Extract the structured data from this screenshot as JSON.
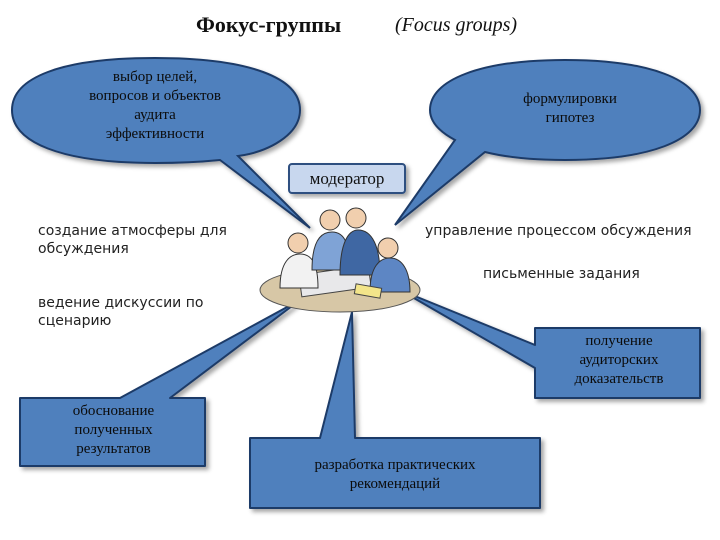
{
  "title": "Фокус-группы",
  "subtitle": "(Focus groups)",
  "center": {
    "label": "модератор"
  },
  "bubbles": {
    "goals": {
      "lines": [
        "выбор целей,",
        "вопросов и объектов",
        "аудита",
        "эффективности"
      ]
    },
    "hypotheses": {
      "lines": [
        "формулировки",
        "гипотез"
      ]
    },
    "justification": {
      "lines": [
        "обоснование",
        "полученных",
        "результатов"
      ]
    },
    "evidence": {
      "lines": [
        "получение",
        "аудиторских",
        "доказательств"
      ]
    },
    "recommendations": {
      "lines": [
        "разработка практических",
        "рекомендаций"
      ]
    }
  },
  "notes": {
    "atmosphere": [
      "создание атмосферы для",
      "обсуждения"
    ],
    "management": [
      "управление процессом обсуждения"
    ],
    "written": [
      "письменные задания"
    ],
    "scenario": [
      "ведение дискуссии  по",
      "сценарию"
    ]
  },
  "colors": {
    "bubble_fill": "#4f80bd",
    "bubble_stroke": "#1f3b68",
    "box_fill": "#c8d7ee"
  }
}
